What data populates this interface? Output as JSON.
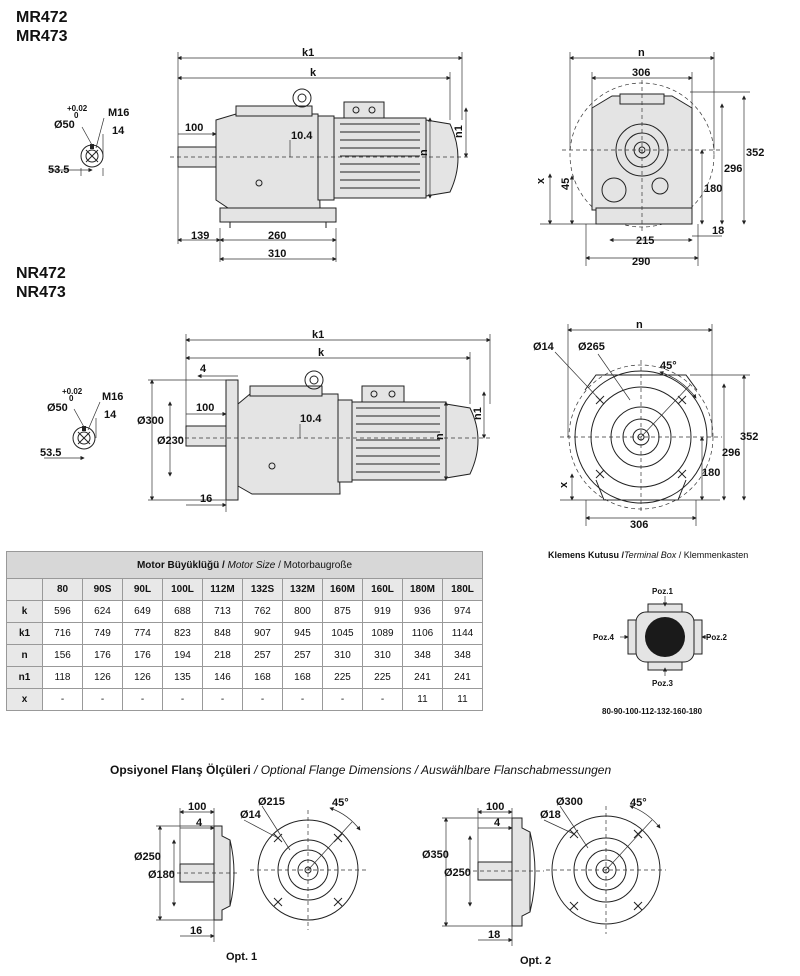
{
  "titles": {
    "mr_line1": "MR472",
    "mr_line2": "MR473",
    "nr_line1": "NR472",
    "nr_line2": "NR473"
  },
  "dims_mr": {
    "k1": "k1",
    "k": "k",
    "d100": "100",
    "d10_4": "10.4",
    "n1": "n1",
    "n": "n",
    "d139": "139",
    "d260": "260",
    "d310": "310",
    "shaft_tol": "+0.02",
    "shaft_tol0": "0",
    "shaft_d": "Ø50",
    "m16": "M16",
    "d14": "14",
    "d53_5": "53.5",
    "n_top": "n",
    "d306": "306",
    "d352": "352",
    "d296": "296",
    "d180": "180",
    "d45": "45",
    "x": "x",
    "d18": "18",
    "d215": "215",
    "d290": "290"
  },
  "dims_nr": {
    "k1": "k1",
    "k": "k",
    "d4": "4",
    "d100": "100",
    "d10_4": "10.4",
    "d300": "Ø300",
    "d230": "Ø230",
    "n": "n",
    "n1": "n1",
    "d16": "16",
    "shaft_tol": "+0.02",
    "shaft_tol0": "0",
    "shaft_d": "Ø50",
    "m16": "M16",
    "d14": "14",
    "d53_5": "53.5",
    "n_top": "n",
    "d14h": "Ø14",
    "d265": "Ø265",
    "d45deg": "45°",
    "d352": "352",
    "d296": "296",
    "d180": "180",
    "x": "x",
    "d306": "306"
  },
  "table": {
    "header_bold": "Motor Büyüklüğü / ",
    "header_italic": "Motor Size",
    "header_rest": " / Motorbaugroße",
    "sizes": [
      "80",
      "90S",
      "90L",
      "100L",
      "112M",
      "132S",
      "132M",
      "160M",
      "160L",
      "180M",
      "180L"
    ],
    "rows": [
      {
        "label": "k",
        "values": [
          "596",
          "624",
          "649",
          "688",
          "713",
          "762",
          "800",
          "875",
          "919",
          "936",
          "974"
        ]
      },
      {
        "label": "k1",
        "values": [
          "716",
          "749",
          "774",
          "823",
          "848",
          "907",
          "945",
          "1045",
          "1089",
          "1106",
          "1144"
        ]
      },
      {
        "label": "n",
        "values": [
          "156",
          "176",
          "176",
          "194",
          "218",
          "257",
          "257",
          "310",
          "310",
          "348",
          "348"
        ]
      },
      {
        "label": "n1",
        "values": [
          "118",
          "126",
          "126",
          "135",
          "146",
          "168",
          "168",
          "225",
          "225",
          "241",
          "241"
        ]
      },
      {
        "label": "x",
        "values": [
          "-",
          "-",
          "-",
          "-",
          "-",
          "-",
          "-",
          "-",
          "-",
          "11",
          "11"
        ]
      }
    ]
  },
  "terminal": {
    "title_bold": "Klemens Kutusu /",
    "title_italic": "Terminal Box",
    "title_rest": " / Klemmenkasten",
    "poz1": "Poz.1",
    "poz2": "Poz.2",
    "poz3": "Poz.3",
    "poz4": "Poz.4",
    "sizes": "80-90-100-112-132-160-180"
  },
  "flange": {
    "title_bold": "Opsiyonel Flanş Ölçüleri",
    "title_italic": " / Optional Flange Dimensions / Auswählbare Flanschabmessungen",
    "opt1": {
      "label": "Opt. 1",
      "d100": "100",
      "d4": "4",
      "d250": "Ø250",
      "d180": "Ø180",
      "d16": "16",
      "d215": "Ø215",
      "d14": "Ø14",
      "deg": "45°"
    },
    "opt2": {
      "label": "Opt. 2",
      "d100": "100",
      "d4": "4",
      "d350": "Ø350",
      "d250": "Ø250",
      "d18": "18",
      "d300": "Ø300",
      "d18h": "Ø18",
      "deg": "45°"
    }
  }
}
